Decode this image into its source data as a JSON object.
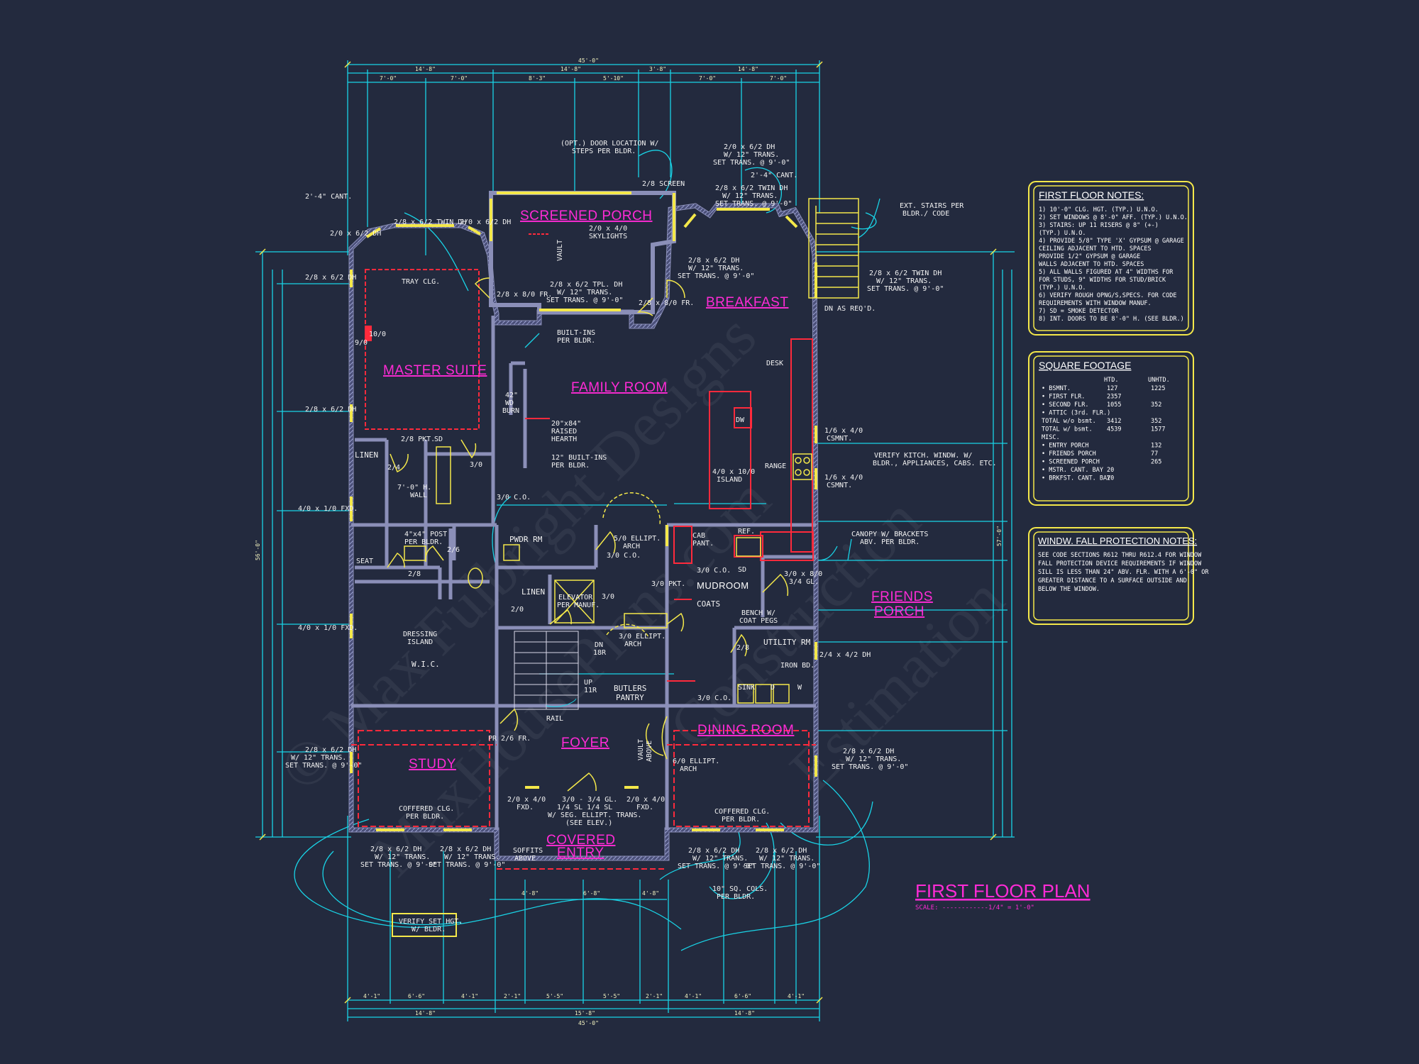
{
  "drawing": {
    "title": "FIRST FLOOR PLAN",
    "scale": "SCALE: ------------1/4\" = 1'-0\""
  },
  "watermark": {
    "line1": "© Max Fulbright Designs",
    "line2": "MaxHousePlans.com",
    "line3": "Construction",
    "line4": "Estimation"
  },
  "colors": {
    "background": "#232a3e",
    "dimension_lines": "#19d3e6",
    "walls": "#8b8fb8",
    "windows": "#f4e84a",
    "cabinets": "#ff2a3c",
    "room_labels": "#ff2bd6",
    "text": "#ffffff",
    "note_border": "#f4e84a"
  },
  "rooms": {
    "screened_porch": "SCREENED PORCH",
    "breakfast": "BREAKFAST",
    "master_suite": "MASTER SUITE",
    "family_room": "FAMILY ROOM",
    "mudroom": "MUDROOM",
    "friends_porch_1": "FRIENDS",
    "friends_porch_2": "PORCH",
    "dining_room": "DINING ROOM",
    "foyer": "FOYER",
    "study": "STUDY",
    "covered_entry_1": "COVERED",
    "covered_entry_2": "ENTRY",
    "pwdr_rm": "PWDR RM",
    "utility_rm": "UTILITY RM",
    "butlers_pantry_1": "BUTLERS",
    "butlers_pantry_2": "PANTRY",
    "linen_1": "LINEN",
    "linen_2": "LINEN",
    "wic": "W.I.C.",
    "coats": "COATS",
    "desk": "DESK",
    "range": "RANGE"
  },
  "dimensions": {
    "top_overall": "45'-0\"",
    "top_seg_1": "14'-8\"",
    "top_seg_2": "14'-8\"",
    "top_seg_3": "3'-8\"",
    "top_seg_4": "14'-8\"",
    "top_sub_1": "7'-0\"",
    "top_sub_2": "7'-0\"",
    "top_sub_3": "8'-3\"",
    "top_sub_4": "5'-10\"",
    "top_sub_5": "7'-0\"",
    "top_sub_6": "7'-0\"",
    "bottom_overall": "45'-0\"",
    "bottom_seg_1": "14'-8\"",
    "bottom_seg_2": "15'-8\"",
    "bottom_seg_3": "14'-8\"",
    "bottom_sub_1": "4'-1\"",
    "bottom_sub_2": "6'-6\"",
    "bottom_sub_3": "4'-1\"",
    "bottom_sub_4": "2'-1\"",
    "bottom_sub_5": "5'-5\"",
    "bottom_sub_6": "5'-5\"",
    "bottom_sub_7": "2'-1\"",
    "bottom_sub_8": "4'-1\"",
    "bottom_sub_9": "6'-6\"",
    "bottom_sub_10": "4'-1\"",
    "left_overall": "56'-0\"",
    "right_overall": "57'-0\"",
    "entry_1": "4'-8\"",
    "entry_2": "6'-8\"",
    "entry_3": "4'-8\""
  },
  "labels": {
    "cant_2_4_left": "2'-4\" CANT.",
    "cant_2_4_right": "2'-4\" CANT.",
    "win_2_0_62": "2/0 x 6/2 DH",
    "win_28_twin": "2/8 x 6/2 TWIN DH",
    "win_20_dh": "2/0 x 6/2 DH",
    "win_left_1": "2/8 x 6/2 DH",
    "win_left_2": "2/8 x 6/2 DH",
    "win_left_3": "4/0 x 1/0 FXD.",
    "win_left_4": "4/0 x 1/0 FXD.",
    "win_left_5a": "2/8 x 6/2 DH",
    "win_left_5b": "W/ 12\" TRANS.",
    "win_left_5c": "SET TRANS. @ 9'-0\"",
    "opt_door_1": "(OPT.) DOOR LOCATION W/",
    "opt_door_2": "STEPS PER BLDR.",
    "screen_door": "2/8 SCREEN",
    "top_twin_1": "2/0 x 6/2 DH",
    "top_twin_2": "W/ 12\" TRANS.",
    "top_twin_3": "SET TRANS. @ 9'-0\"",
    "bfast_twin_1": "2/8 x 6/2 TWIN DH",
    "bfast_twin_2": "W/ 12\" TRANS.",
    "bfast_twin_3": "SET TRANS. @ 9'-0\"",
    "ext_stairs_1": "EXT. STAIRS PER",
    "ext_stairs_2": "BLDR./ CODE",
    "skylights_1": "2/0 x 4/0",
    "skylights_2": "SKYLIGHTS",
    "vault": "VAULT",
    "bfast_left_1": "2/8 x 6/2 DH",
    "bfast_left_2": "W/ 12\" TRANS.",
    "bfast_left_3": "SET TRANS. @ 9'-0\"",
    "bfast_right_1": "2/8 x 6/2 TWIN DH",
    "bfast_right_2": "W/ 12\" TRANS.",
    "bfast_right_3": "SET TRANS. @ 9'-0\"",
    "porch_tpl_1": "2/8 x 6/2 TPL. DH",
    "porch_tpl_2": "W/ 12\" TRANS.",
    "porch_tpl_3": "SET TRANS. @ 9'-0\"",
    "door_28_fr": "2/8 x 8/0 FR.",
    "door_28_fr2": "2/8 x 8/0 FR.",
    "dn_as_reqd": "DN AS REQ'D.",
    "tray_clg": "TRAY CLG.",
    "builtins_1": "BUILT-INS",
    "builtins_2": "PER BLDR.",
    "door_10_0": "10/0",
    "door_9_0": "9/0",
    "wd_burn_1": "42\"",
    "wd_burn_2": "WD",
    "wd_burn_3": "BURN",
    "hearth_1": "20\"x84\"",
    "hearth_2": "RAISED",
    "hearth_3": "HEARTH",
    "builtins12_1": "12\" BUILT-INS",
    "builtins12_2": "PER BLDR.",
    "dw": "DW",
    "island_1": "4/0 x 10/0",
    "island_2": "ISLAND",
    "csmnt_1": "1/6 x 4/0",
    "csmnt_1b": "CSMNT.",
    "csmnt_2": "1/6 x 4/0",
    "csmnt_2b": "CSMNT.",
    "verify_kitch_1": "VERIFY KITCH. WINDW. W/",
    "verify_kitch_2": "BLDR., APPLIANCES, CABS. ETC.",
    "pkt_28": "2/8 PKT.",
    "sd": "SD",
    "door_2_4": "2/4",
    "door_3_0": "3/0",
    "h_wall_1": "7'-0\" H.",
    "h_wall_2": "WALL",
    "co_3_0": "3/0 C.O.",
    "post_1": "4\"x4\" POST",
    "post_2": "PER BLDR.",
    "door_2_6": "2/6",
    "door_2_8": "2/8",
    "seat": "SEAT",
    "ellipt_arch_1": "5/0 ELLIPT.",
    "ellipt_arch_2": "ARCH",
    "co_3_0_b": "3/0 C.O.",
    "cab_pant_1": "CAB",
    "cab_pant_2": "PANT.",
    "ref": "REF.",
    "canopy_1": "CANOPY W/ BRACKETS",
    "canopy_2": "ABV. PER BLDR.",
    "co_3_0_c": "3/0 C.O.",
    "gl_door_1": "3/0 x 8/0",
    "gl_door_2": "3/4 GL.",
    "pkt_3_0": "3/0 PKT.",
    "elevator_1": "ELEVATOR",
    "elevator_2": "PER MANUF.",
    "door_3_0_b": "3/0",
    "door_2_0": "2/0",
    "bench_1": "BENCH W/",
    "bench_2": "COAT PEGS",
    "dressing_1": "DRESSING",
    "dressing_2": "ISLAND",
    "dn_18r_1": "DN",
    "dn_18r_2": "18R",
    "ellipt_arch_3": "3/0 ELLIPT.",
    "ellipt_arch_4": "ARCH",
    "iron_bd": "IRON BD.",
    "win_2_4_4_2": "2/4 x 4/2 DH",
    "up_11r_1": "UP",
    "up_11r_2": "11R",
    "co_3_0_d": "3/0 C.O.",
    "sink": "SINK",
    "dryer": "D",
    "washer": "W",
    "rail": "RAIL",
    "pr_fr": "PR 2/6 FR.",
    "vault_above_1": "VAULT",
    "vault_above_2": "ABOVE",
    "ellipt_arch_5": "6/0 ELLIPT.",
    "ellipt_arch_6": "ARCH",
    "right_win_1": "2/8 x 6/2 DH",
    "right_win_2": "W/ 12\" TRANS.",
    "right_win_3": "SET TRANS. @ 9'-0\"",
    "fxd_1a": "2/0 x 4/0",
    "fxd_1b": "FXD.",
    "front_door_1": "3/0 - 3/4 GL.",
    "front_door_2": "1/4 SL        1/4 SL",
    "front_door_3": "W/ SEG. ELLIPT. TRANS.",
    "front_door_4": "(SEE ELEV.)",
    "fxd_2a": "2/0 x 4/0",
    "fxd_2b": "FXD.",
    "coffered_1": "COFFERED CLG.",
    "coffered_2": "PER BLDR.",
    "coffered_3": "COFFERED CLG.",
    "coffered_4": "PER BLDR.",
    "fw_1a": "2/8 x 6/2 DH",
    "fw_1b": "W/ 12\" TRANS.",
    "fw_1c": "SET TRANS. @ 9'-0\"",
    "fw_2a": "2/8 x 6/2 DH",
    "fw_2b": "W/ 12\" TRANS.",
    "fw_2c": "SET TRANS. @ 9'-0\"",
    "soffits_1": "SOFFITS",
    "soffits_2": "ABOVE",
    "fw_3a": "2/8 x 6/2 DH",
    "fw_3b": "W/ 12\" TRANS.",
    "fw_3c": "SET TRANS. @ 9'-0\"",
    "fw_4a": "2/8 x 6/2 DH",
    "fw_4b": "W/ 12\" TRANS.",
    "fw_4c": "SET TRANS. @ 9'-0\"",
    "cols_1": "10\" SQ. COLS.",
    "cols_2": "PER BLDR.",
    "verify_set_1": "VERIFY SET HGT.",
    "verify_set_2": "W/ BLDR."
  },
  "notes": {
    "first_floor_title": "FIRST FLOOR NOTES:",
    "first_floor": [
      "1) 10'-0\" CLG. HGT. (TYP.) U.N.O.",
      "2) SET WINDOWS @ 8'-0\" AFF. (TYP.) U.N.O.",
      "3) STAIRS: UP 11 RISERS @ 8\" (+-)",
      "    (TYP.) U.N.O.",
      "4) PROVIDE 5/8\" TYPE 'X' GYPSUM @ GARAGE",
      "    CEILING ADJACENT TO HTD. SPACES",
      "    PROVIDE 1/2\" GYPSUM @ GARAGE",
      "    WALLS ADJACENT TO HTD. SPACES",
      "5) ALL WALLS FIGURED AT 4\" WIDTHS FOR",
      "    FOR STUDS, 9\" WIDTHS FOR STUD/BRICK",
      "    (TYP.) U.N.O.",
      "6) VERIFY ROUGH OPNG/S,SPECS. FOR CODE",
      "    REQUIREMENTS WITH WINDOW MANUF.",
      "7) SD = SMOKE DETECTOR",
      "8) INT. DOORS TO BE 8'-0\" H. (SEE BLDR.)"
    ],
    "sqft_title": "SQUARE FOOTAGE",
    "sqft_header_htd": "HTD.",
    "sqft_header_unhtd": "UNHTD.",
    "sqft_rows": [
      {
        "label": "• BSMNT.",
        "htd": "127",
        "unhtd": "1225"
      },
      {
        "label": "• FIRST FLR.",
        "htd": "2357",
        "unhtd": ""
      },
      {
        "label": "• SECOND FLR.",
        "htd": "1055",
        "unhtd": "352"
      },
      {
        "label": "• ATTIC (3rd. FLR.)",
        "htd": "",
        "unhtd": ""
      },
      {
        "label": "TOTAL w/o bsmt.",
        "htd": "3412",
        "unhtd": "352"
      },
      {
        "label": "TOTAL w/ bsmt.",
        "htd": "4539",
        "unhtd": "1577"
      },
      {
        "label": "MISC.",
        "htd": "",
        "unhtd": ""
      },
      {
        "label": "• ENTRY PORCH",
        "htd": "",
        "unhtd": "132"
      },
      {
        "label": "• FRIENDS PORCH",
        "htd": "",
        "unhtd": "77"
      },
      {
        "label": "• SCREENED PORCH",
        "htd": "",
        "unhtd": "265"
      },
      {
        "label": "• MSTR. CANT. BAY",
        "htd": "20",
        "unhtd": ""
      },
      {
        "label": "• BRKFST. CANT. BAY",
        "htd": "20",
        "unhtd": ""
      }
    ],
    "fall_title": "WINDW. FALL PROTECTION NOTES:",
    "fall_lines": [
      "SEE CODE SECTIONS R612 THRU R612.4 FOR WINDOW",
      "FALL PROTECTION DEVICE REQUIREMENTS IF WINDOW",
      "SILL IS LESS THAN 24\" ABV. FLR. WITH A 6'-0\" OR",
      "GREATER DISTANCE TO A SURFACE OUTSIDE AND",
      "BELOW THE WINDOW."
    ]
  }
}
